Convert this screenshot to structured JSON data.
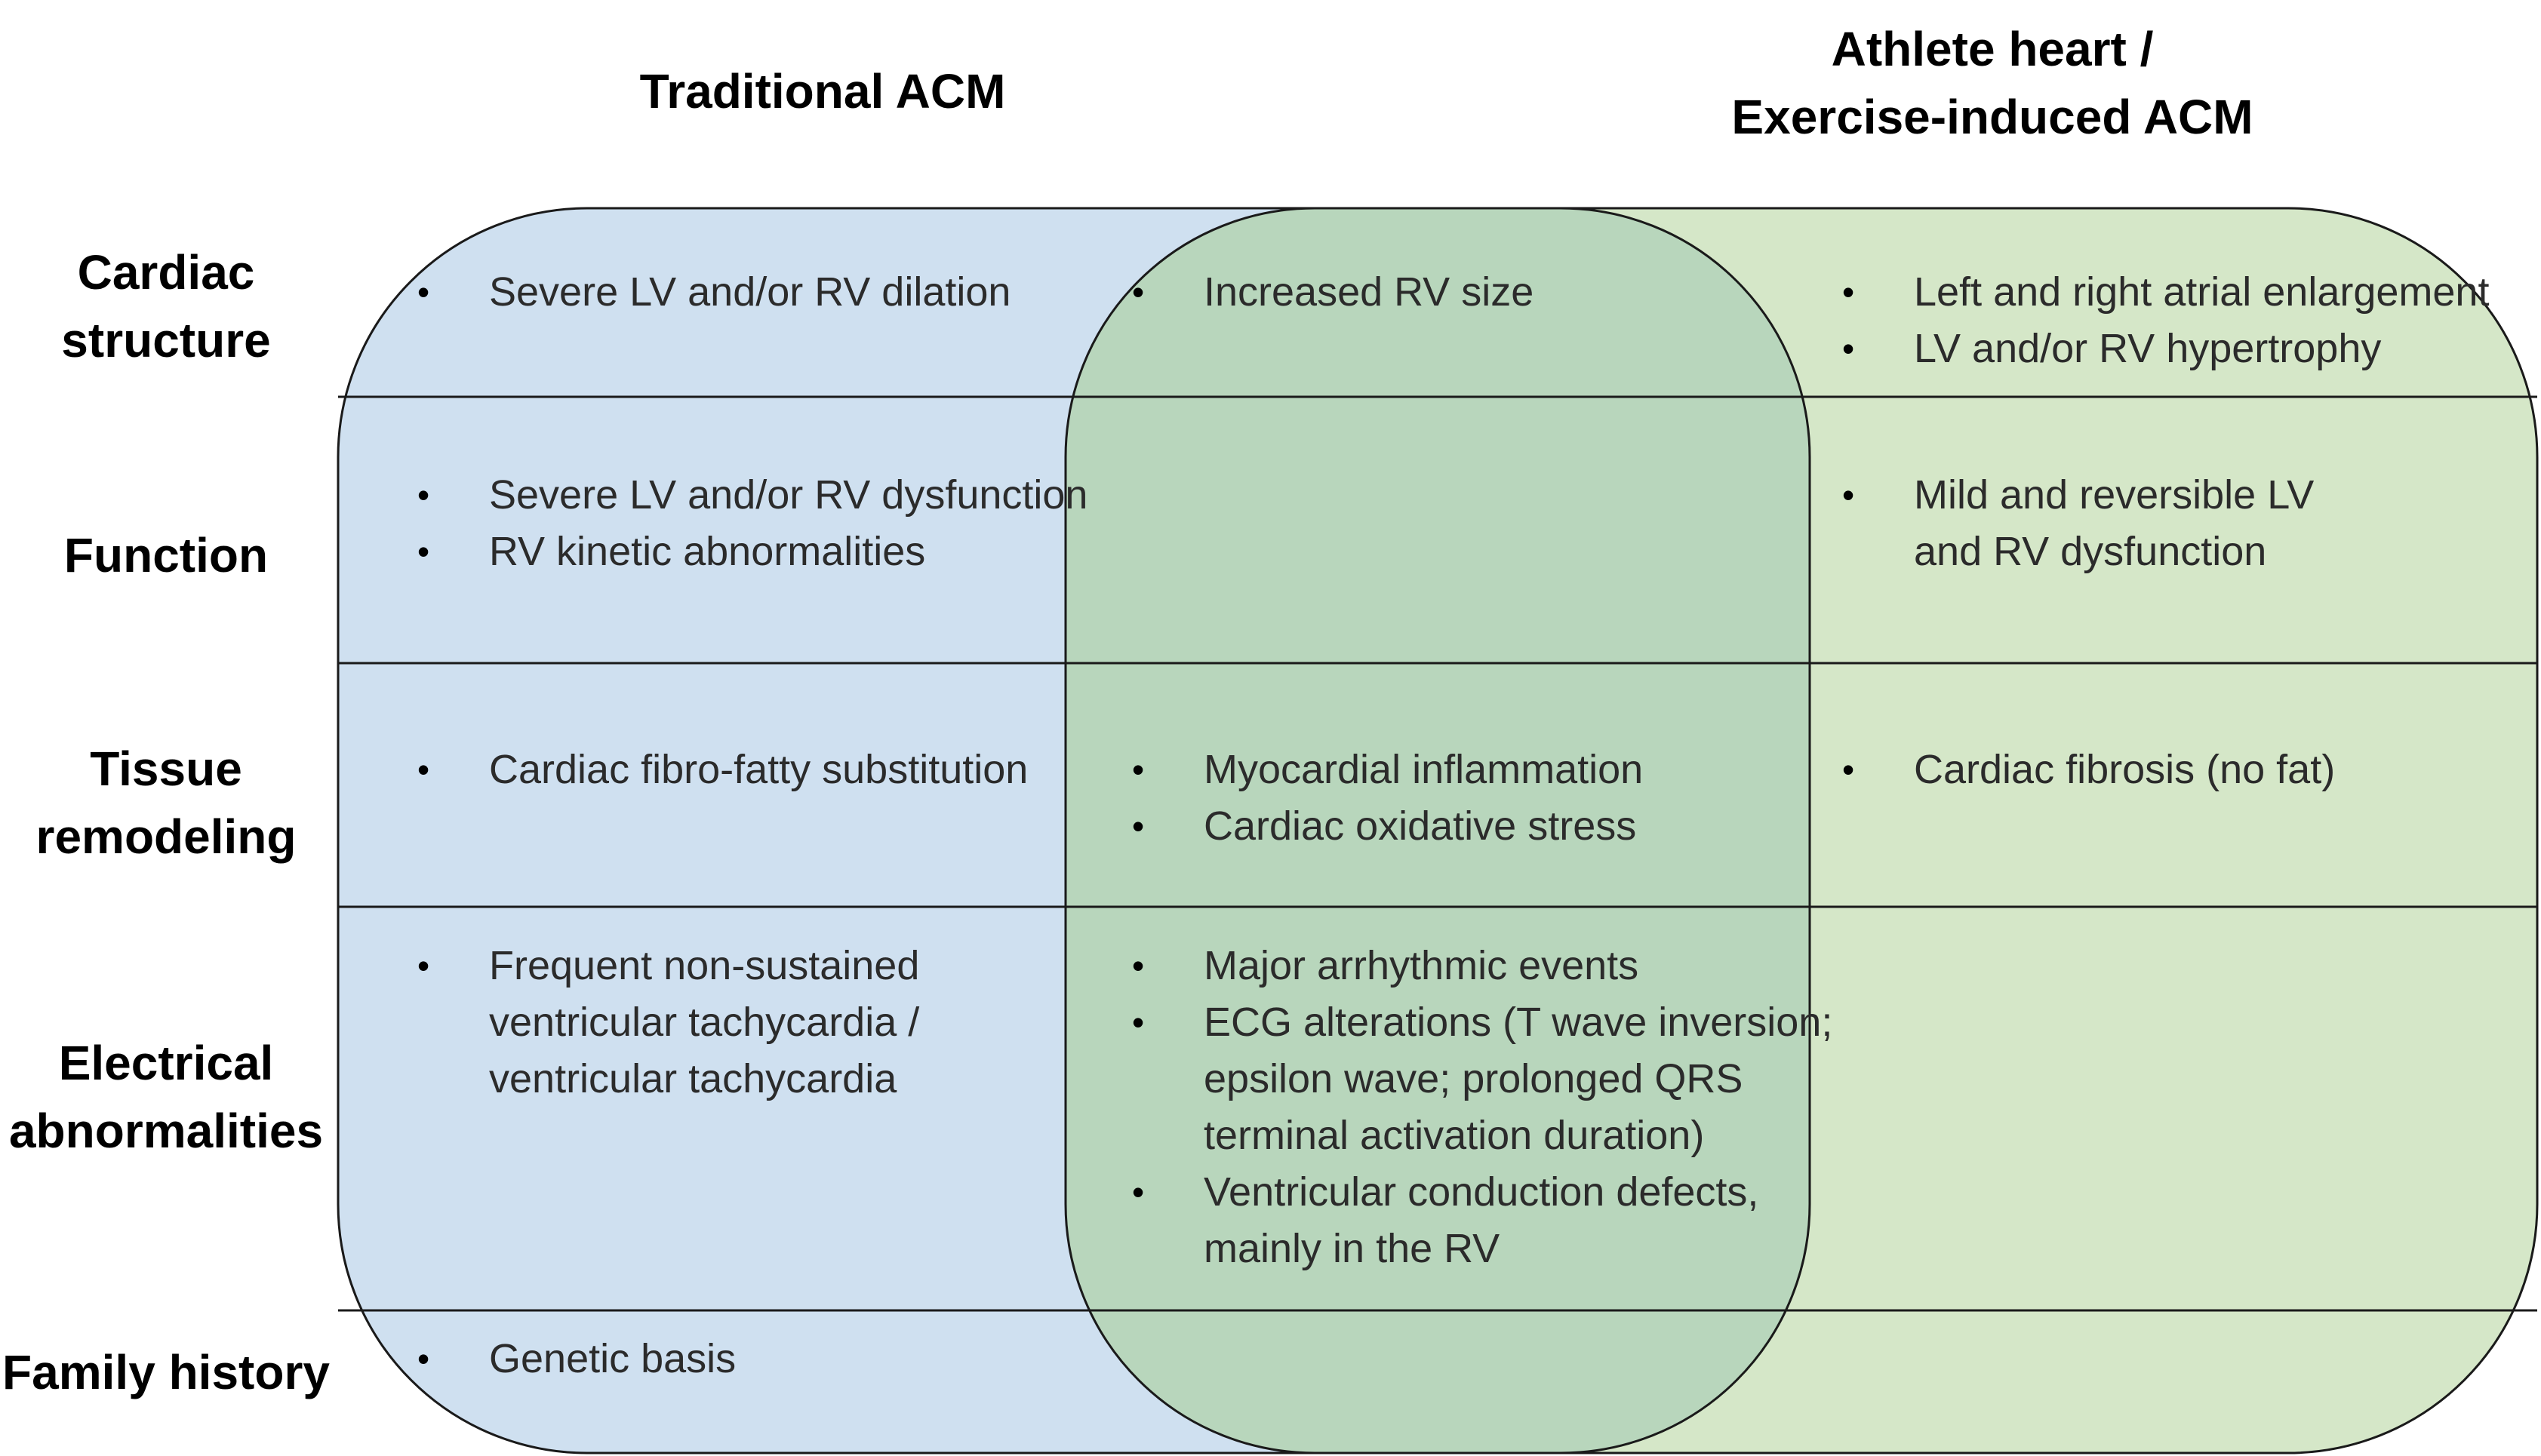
{
  "headers": {
    "left": "Traditional ACM",
    "right_line1": "Athlete heart /",
    "right_line2": "Exercise-induced ACM"
  },
  "rows": [
    {
      "label_lines": [
        "Cardiac",
        "structure"
      ],
      "left": [
        [
          "Severe LV and/or RV dilation"
        ]
      ],
      "overlap": [
        [
          "Increased RV size"
        ]
      ],
      "right": [
        [
          "Left and right atrial enlargement"
        ],
        [
          "LV and/or RV hypertrophy"
        ]
      ]
    },
    {
      "label_lines": [
        "Function"
      ],
      "left": [
        [
          "Severe LV and/or RV dysfunction"
        ],
        [
          "RV kinetic abnormalities"
        ]
      ],
      "overlap": [],
      "right": [
        [
          "Mild and reversible LV",
          "and RV dysfunction"
        ]
      ]
    },
    {
      "label_lines": [
        "Tissue",
        "remodeling"
      ],
      "left": [
        [
          "Cardiac fibro-fatty substitution"
        ]
      ],
      "overlap": [
        [
          "Myocardial inflammation"
        ],
        [
          "Cardiac oxidative stress"
        ]
      ],
      "right": [
        [
          "Cardiac fibrosis (no fat)"
        ]
      ]
    },
    {
      "label_lines": [
        "Electrical",
        "abnormalities"
      ],
      "left": [
        [
          "Frequent non-sustained",
          "ventricular tachycardia /",
          "ventricular tachycardia"
        ]
      ],
      "overlap": [
        [
          "Major arrhythmic events"
        ],
        [
          "ECG alterations (T wave inversion;",
          "epsilon  wave; prolonged QRS",
          "terminal activation duration)"
        ],
        [
          "Ventricular conduction defects,",
          "mainly in the RV"
        ]
      ],
      "right": []
    },
    {
      "label_lines": [
        "Family history"
      ],
      "left": [
        [
          "Genetic basis"
        ]
      ],
      "overlap": [],
      "right": []
    }
  ],
  "colors": {
    "left_fill": "#cfe0f0",
    "right_fill": "#d5e7c8",
    "overlap_fill": "#b8d6bc",
    "outline": "#1a1a1a"
  }
}
